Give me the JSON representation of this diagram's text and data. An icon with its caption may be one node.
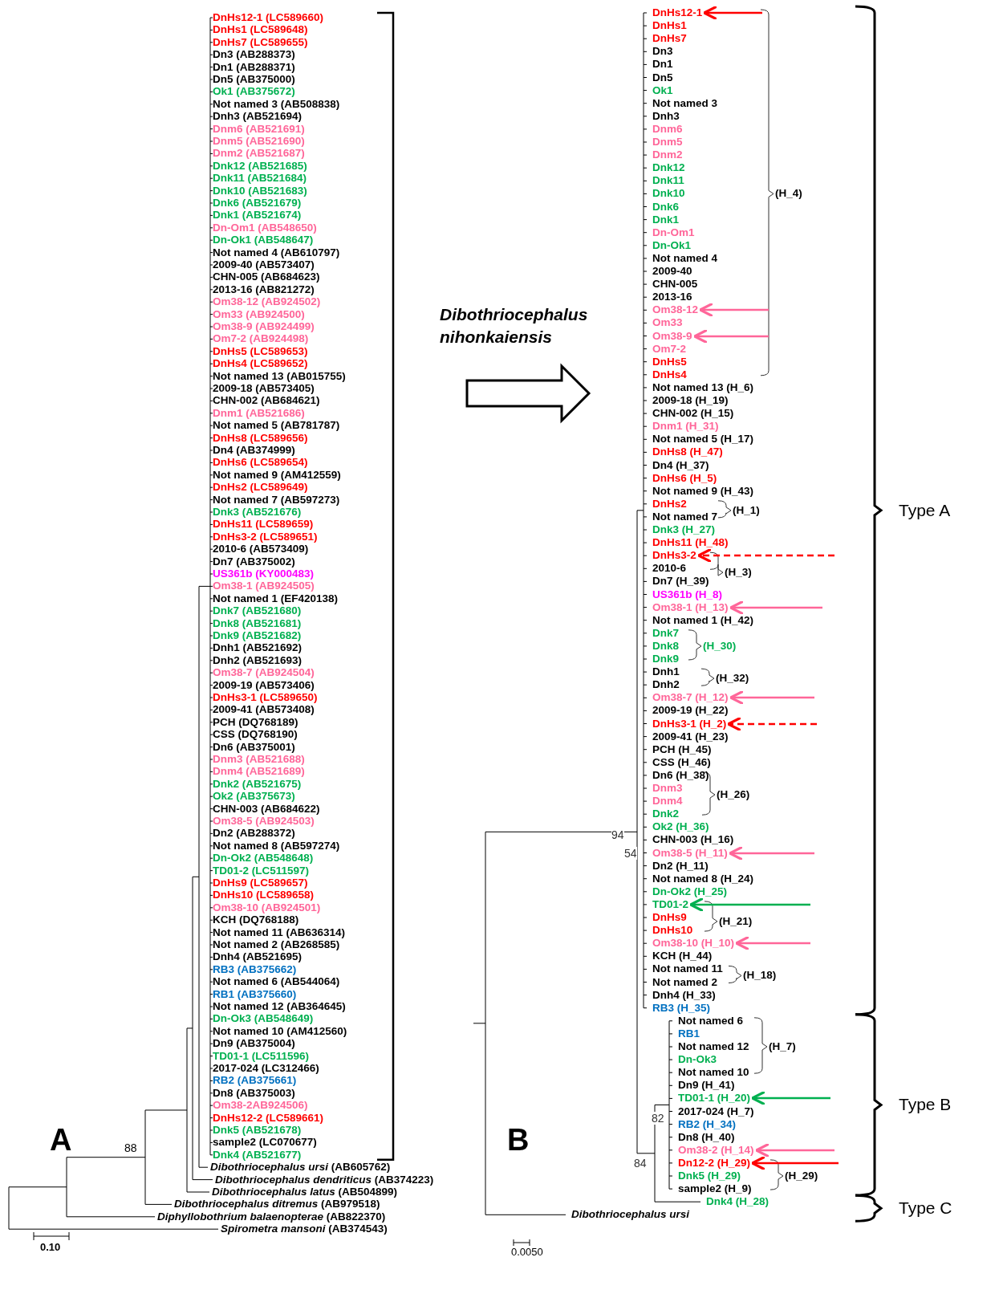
{
  "diagram": {
    "nodes": [
      {
        "text": [
          "DnHs12-1"
        ]
      },
      {
        "text": [
          "Om38-12"
        ]
      },
      {
        "text": [
          "Om38-9"
        ]
      },
      {
        "text": [
          "DnHs3-2"
        ]
      },
      {
        "text": [
          "Om38-1 (H_13)"
        ]
      },
      {
        "text": [
          "Om38-7 (H_12)"
        ]
      },
      {
        "text": [
          "DnHs3-1 (H_2)"
        ]
      },
      {
        "text": [
          "Om38-5 (H_11)"
        ]
      },
      {
        "text": [
          "TD01-2"
        ]
      },
      {
        "text": [
          "Om38-10 (H_10)"
        ]
      },
      {
        "text": [
          "TD01-1 (H_20)"
        ]
      },
      {
        "text": [
          "Om38-2 (H_14)"
        ]
      },
      {
        "text": [
          "Dn12-2 (H_29)"
        ]
      }
    ],
    "edges": [
      {
        "from": null,
        "to": 0,
        "arrow": "to",
        "color": "#ff0000"
      },
      {
        "from": null,
        "to": 1,
        "arrow": "to"
      },
      {
        "from": null,
        "to": 2,
        "arrow": "to"
      },
      {
        "from": null,
        "to": 3,
        "arrow": "to",
        "style": "dashed",
        "color": "#ff0000"
      },
      {
        "from": null,
        "to": 4,
        "arrow": "to"
      },
      {
        "from": null,
        "to": 5,
        "arrow": "to"
      },
      {
        "from": null,
        "to": 6,
        "arrow": "to",
        "style": "dashed",
        "color": "#ff0000"
      },
      {
        "from": null,
        "to": 7,
        "arrow": "to"
      },
      {
        "from": null,
        "to": 8,
        "arrow": "to",
        "color": "#00b050"
      },
      {
        "from": null,
        "to": 9,
        "arrow": "to"
      },
      {
        "from": null,
        "to": 10,
        "arrow": "to",
        "color": "#00b050"
      },
      {
        "from": null,
        "to": 11,
        "arrow": "to"
      },
      {
        "from": null,
        "to": 12,
        "arrow": "to",
        "color": "#ff0000"
      }
    ],
    "labels": [
      "DnHs12-1 (LC589660)",
      "DnHs1 (LC589648)",
      "DnHs7 (LC589655)",
      "Dn3 (AB288373)",
      "Dn1 (AB288371)",
      "Dn5 (AB375000)",
      "Ok1 (AB375672)",
      "Not named 3 (AB508838)",
      "Dnh3 (AB521694)",
      "Dnm6 (AB521691)",
      "Dnm5 (AB521690)",
      "Dnm2 (AB521687)",
      "Dnk12 (AB521685)",
      "Dnk11 (AB521684)",
      "Dnk10 (AB521683)",
      "Dnk6 (AB521679)",
      "Dnk1 (AB521674)",
      "Dn-Om1 (AB548650)",
      "Dn-Ok1 (AB548647)",
      "Not named 4 (AB610797)",
      "2009-40 (AB573407)",
      "CHN-005 (AB684623)",
      "2013-16 (AB821272)",
      "Om38-12 (AB924502)",
      "Om33 (AB924500)",
      "Om38-9 (AB924499)",
      "Om7-2 (AB924498)",
      "DnHs5 (LC589653)",
      "DnHs4 (LC589652)",
      "Not named 13 (AB015755)",
      "2009-18 (AB573405)",
      "CHN-002 (AB684621)",
      "Dnm1 (AB521686)",
      "Not named 5 (AB781787)",
      "DnHs8 (LC589656)",
      "Dn4 (AB374999)",
      "DnHs6 (LC589654)",
      "Not named 9 (AM412559)",
      "DnHs2 (LC589649)",
      "Not named 7 (AB597273)",
      "Dnk3 (AB521676)",
      "DnHs11 (LC589659)",
      "DnHs3-2 (LC589651)",
      "2010-6 (AB573409)",
      "Dn7 (AB375002)",
      "US361b (KY000483)",
      "Om38-1 (AB924505)",
      "Not named 1 (EF420138)",
      "Dnk7 (AB521680)",
      "Dnk8 (AB521681)",
      "Dnk9 (AB521682)",
      "Dnh1 (AB521692)",
      "Dnh2 (AB521693)",
      "Om38-7 (AB924504)",
      "2009-19 (AB573406)",
      "DnHs3-1 (LC589650)",
      "2009-41 (AB573408)",
      "PCH (DQ768189)",
      "CSS (DQ768190)",
      "Dn6 (AB375001)",
      "Dnm3 (AB521688)",
      "Dnm4 (AB521689)",
      "Dnk2 (AB521675)",
      "Ok2 (AB375673)",
      "CHN-003 (AB684622)",
      "Om38-5 (AB924503)",
      "Dn2 (AB288372)",
      "Not named 8 (AB597274)",
      "Dn-Ok2 (AB548648)",
      "TD01-2 (LC511597)",
      "DnHs9 (LC589657)",
      "DnHs10 (LC589658)",
      "Om38-10 (AB924501)",
      "KCH (DQ768188)",
      "Not named 11 (AB636314)",
      "Not named 2 (AB268585)",
      "Dnh4 (AB521695)",
      "RB3 (AB375662)",
      "Not named 6 (AB544064)",
      "RB1 (AB375660)",
      "Not named 12 (AB364645)",
      "Dn-Ok3 (AB548649)",
      "Not named 10 (AM412560)",
      "Dn9 (AB375004)",
      "TD01-1 (LC511596)",
      "2017-024 (LC312466)",
      "RB2 (AB375661)",
      "Dn8 (AB375003)",
      "Om38-2AB924506)",
      "DnHs12-2 (LC589661)",
      "Dnk5 (AB521678)",
      "sample2 (LC070677)",
      "Dnk4 (AB521677)",
      "*Dibothriocephalus ursi* (AB605762)",
      "*Dibothriocephalus dendriticus* (AB374223)",
      "*Dibothriocephalus latus* (AB504899)",
      "*Dibothriocephalus ditremus* (AB979518)",
      "*Diphyllobothrium balaenopterae* (AB822370)",
      "*Spirometra mansoni* (AB374543)",
      "88",
      "A",
      "0.10",
      "Dibothriocephalus nihonkaiensis",
      "DnHs1",
      "DnHs7",
      "Dn3",
      "Dn1",
      "Dn5",
      "Ok1",
      "Not named 3",
      "Dnh3",
      "Dnm6",
      "Dnm5",
      "Dnm2",
      "Dnk12",
      "Dnk11",
      "Dnk10",
      "Dnk6",
      "Dnk1",
      "Dn-Om1",
      "Dn-Ok1",
      "Not named 4",
      "2009-40",
      "CHN-005",
      "2013-16",
      "Om33",
      "Om7-2",
      "DnHs5",
      "DnHs4",
      "Not named 13 (H_6)",
      "2009-18 (H_19)",
      "CHN-002 (H_15)",
      "Dnm1 (H_31)",
      "Not named 5 (H_17)",
      "DnHs8 (H_47)",
      "Dn4 (H_37)",
      "DnHs6 (H_5)",
      "Not named 9 (H_43)",
      "DnHs2",
      "Not named 7",
      "Dnk3 (H_27)",
      "DnHs11 (H_48)",
      "2010-6",
      "Dn7 (H_39)",
      "US361b (H_8)",
      "Not named 1 (H_42)",
      "Dnk7",
      "Dnk8",
      "Dnk9",
      "Dnh1",
      "Dnh2",
      "2009-19 (H_22)",
      "2009-41 (H_23)",
      "PCH (H_45)",
      "CSS (H_46)",
      "Dn6 (H_38)",
      "Dnm3",
      "Dnm4",
      "Dnk2",
      "Ok2 (H_36)",
      "CHN-003 (H_16)",
      "Dn2 (H_11)",
      "Not named 8 (H_24)",
      "Dn-Ok2 (H_25)",
      "DnHs9",
      "DnHs10",
      "KCH (H_44)",
      "Not named 11",
      "Not named 2",
      "Dnh4 (H_33)",
      "RB3 (H_35)",
      "Not named 6",
      "RB1",
      "Not named 12",
      "Dn-Ok3",
      "Not named 10",
      "Dn9 (H_41)",
      "2017-024 (H_7)",
      "RB2 (H_34)",
      "Dn8 (H_40)",
      "Dnk5 (H_29)",
      "sample2 (H_9)",
      "Dnk4 (H_28)",
      "Dibothriocephalus ursi",
      "(H_4)",
      "(H_1)",
      "(H_3)",
      "(H_30)",
      "(H_32)",
      "(H_26)",
      "(H_21)",
      "(H_18)",
      "(H_7)",
      "(H_29)",
      "54",
      "94",
      "82",
      "84",
      "B",
      "0.0050",
      "Type A",
      "Type B",
      "Type C"
    ]
  }
}
